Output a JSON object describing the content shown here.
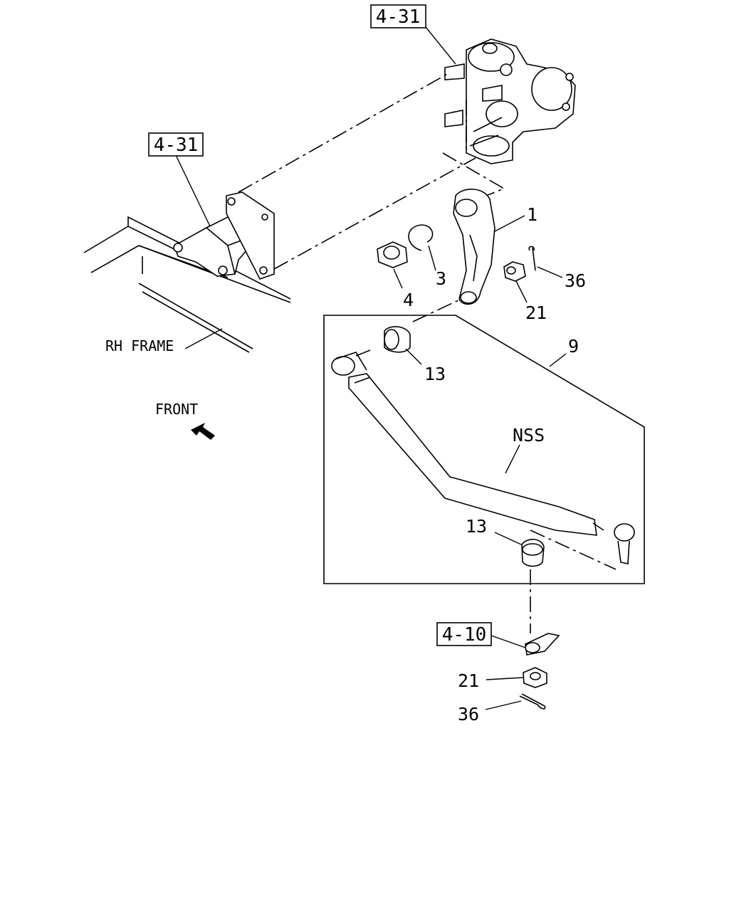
{
  "refs": {
    "ref_top": "4-31",
    "ref_mid": "4-31",
    "ref_knuckle": "4-10"
  },
  "labels": {
    "frame": "RH FRAME",
    "front": "FRONT",
    "nss": "NSS"
  },
  "callouts": {
    "p1": "1",
    "p3": "3",
    "p4": "4",
    "p9": "9",
    "p13_upper": "13",
    "p13_lower": "13",
    "p21_upper": "21",
    "p21_lower": "21",
    "p36_upper": "36",
    "p36_lower": "36"
  }
}
